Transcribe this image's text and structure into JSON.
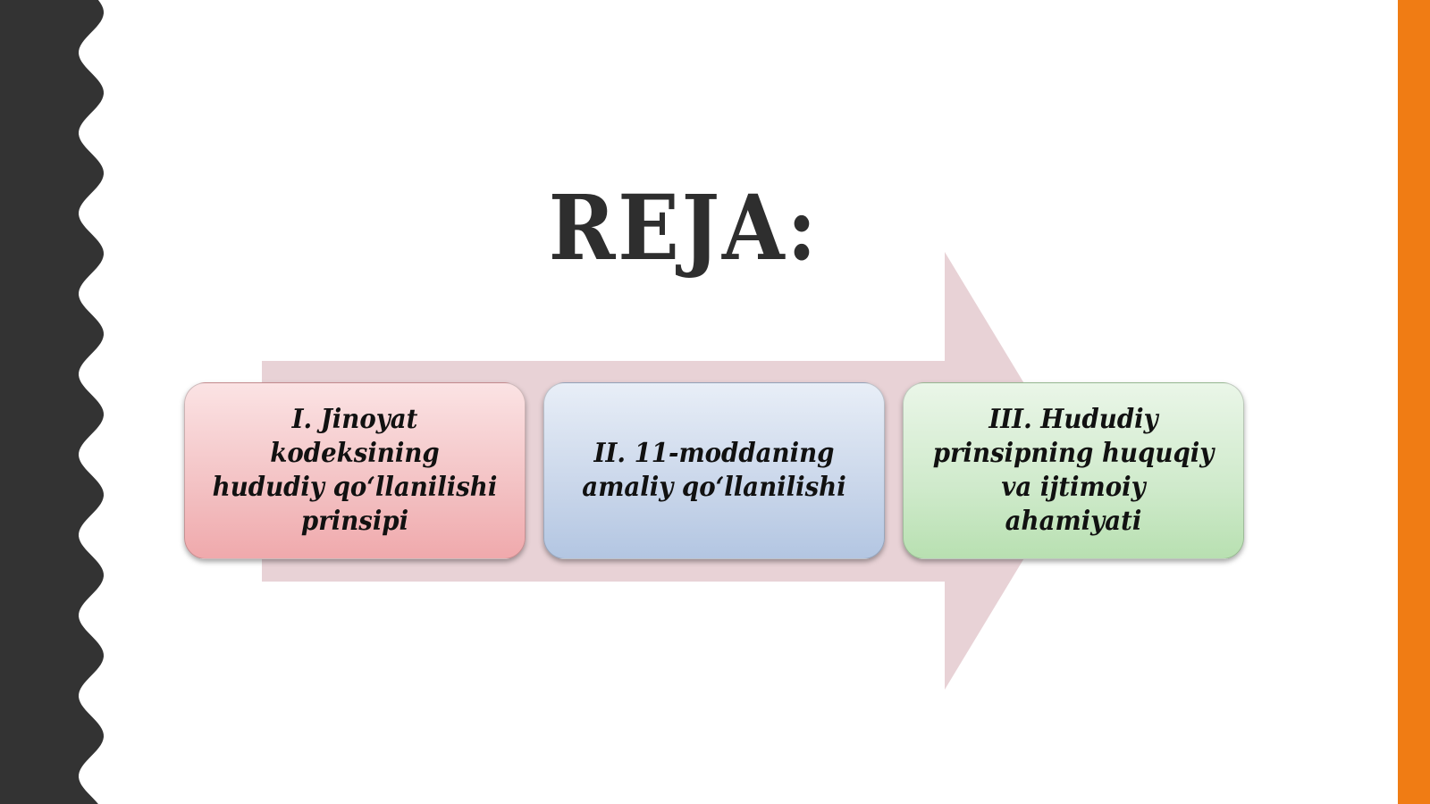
{
  "slide": {
    "title": "REJA:",
    "colors": {
      "left_band": "#333333",
      "right_accent": "#f07c14",
      "arrow_fill": "#e5cdd1",
      "title_text": "#2e2e2e"
    },
    "steps": [
      {
        "label": "I. Jinoyat kodeksining hududiy qo‘llanilishi prinsipi",
        "color": "#f3c1c3"
      },
      {
        "label": "II. 11-moddaning amaliy qo‘llanilishi",
        "color": "#c9d6ea"
      },
      {
        "label": "III. Hududiy prinsipning huquqiy va ijtimoiy ahamiyati",
        "color": "#cfeacb"
      }
    ]
  }
}
